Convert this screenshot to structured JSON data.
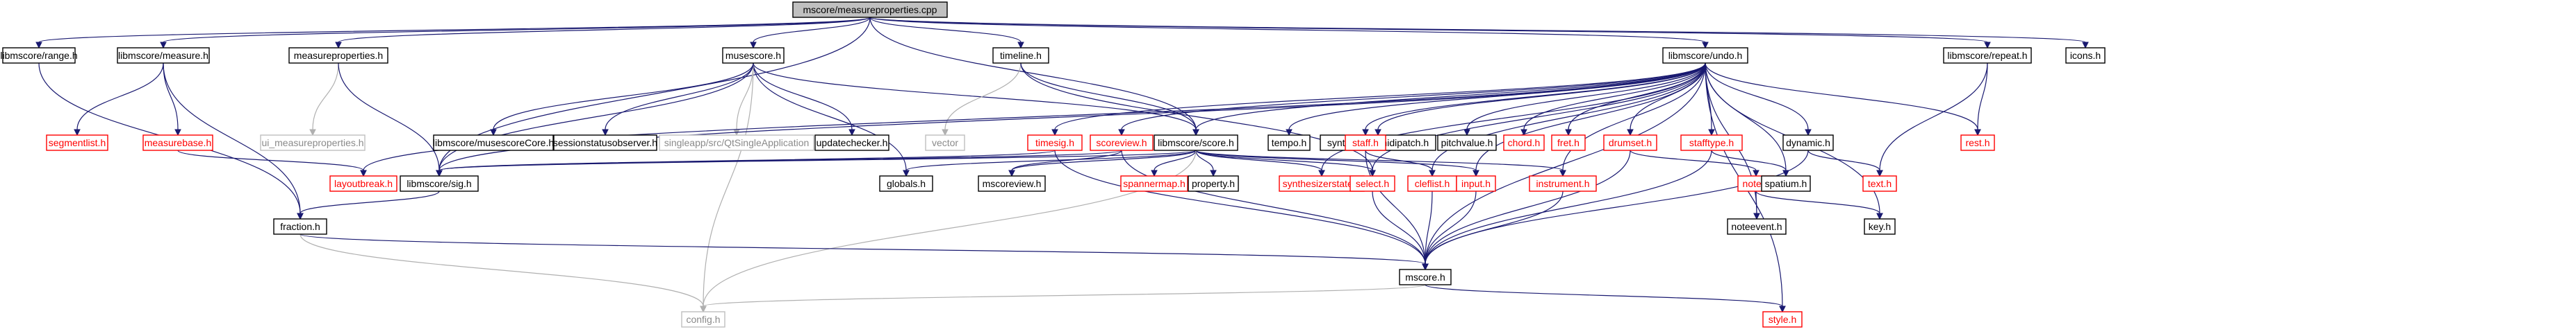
{
  "graph": {
    "root": "mscore/measureproperties.cpp",
    "nodes": {
      "root": {
        "label": "mscore/measureproperties.cpp",
        "style": "root"
      },
      "range": {
        "label": "libmscore/range.h",
        "style": "black"
      },
      "measure": {
        "label": "libmscore/measure.h",
        "style": "black"
      },
      "mprop": {
        "label": "measureproperties.h",
        "style": "black"
      },
      "musescore": {
        "label": "musescore.h",
        "style": "black"
      },
      "timeline": {
        "label": "timeline.h",
        "style": "black"
      },
      "undo": {
        "label": "libmscore/undo.h",
        "style": "black"
      },
      "repeat": {
        "label": "libmscore/repeat.h",
        "style": "black"
      },
      "icons": {
        "label": "icons.h",
        "style": "black"
      },
      "segmentlist": {
        "label": "segmentlist.h",
        "style": "red"
      },
      "measurebase": {
        "label": "measurebase.h",
        "style": "red"
      },
      "uimp": {
        "label": "ui_measureproperties.h",
        "style": "grey"
      },
      "msCore": {
        "label": "libmscore/musescoreCore.h",
        "style": "black"
      },
      "sso": {
        "label": "sessionstatusobserver.h",
        "style": "black"
      },
      "qtsa": {
        "label": "singleapp/src/QtSingleApplication",
        "style": "grey"
      },
      "updchk": {
        "label": "updatechecker.h",
        "style": "black"
      },
      "vector": {
        "label": "vector",
        "style": "grey"
      },
      "timesig": {
        "label": "timesig.h",
        "style": "red"
      },
      "scoreview": {
        "label": "scoreview.h",
        "style": "red"
      },
      "score": {
        "label": "libmscore/score.h",
        "style": "black"
      },
      "tempo": {
        "label": "tempo.h",
        "style": "black"
      },
      "synthmidi": {
        "label": "synthesizer/midipatch.h",
        "style": "black"
      },
      "pitchvalue": {
        "label": "pitchvalue.h",
        "style": "black"
      },
      "chord": {
        "label": "chord.h",
        "style": "red"
      },
      "fret": {
        "label": "fret.h",
        "style": "red"
      },
      "drumset": {
        "label": "drumset.h",
        "style": "red"
      },
      "stafftype": {
        "label": "stafftype.h",
        "style": "red"
      },
      "dynamic": {
        "label": "dynamic.h",
        "style": "black"
      },
      "rest": {
        "label": "rest.h",
        "style": "red"
      },
      "staff": {
        "label": "staff.h",
        "style": "red"
      },
      "layoutbreak": {
        "label": "layoutbreak.h",
        "style": "red"
      },
      "sig": {
        "label": "libmscore/sig.h",
        "style": "black"
      },
      "globals": {
        "label": "globals.h",
        "style": "black"
      },
      "mscoreview": {
        "label": "mscoreview.h",
        "style": "black"
      },
      "spannermap": {
        "label": "spannermap.h",
        "style": "red"
      },
      "property": {
        "label": "property.h",
        "style": "black"
      },
      "synthstate": {
        "label": "synthesizerstate.h",
        "style": "red"
      },
      "select": {
        "label": "select.h",
        "style": "red"
      },
      "cleflist": {
        "label": "cleflist.h",
        "style": "red"
      },
      "input": {
        "label": "input.h",
        "style": "red"
      },
      "instrument": {
        "label": "instrument.h",
        "style": "red"
      },
      "note": {
        "label": "note.h",
        "style": "red"
      },
      "spatium": {
        "label": "spatium.h",
        "style": "black"
      },
      "text": {
        "label": "text.h",
        "style": "red"
      },
      "fraction": {
        "label": "fraction.h",
        "style": "black"
      },
      "noteevent": {
        "label": "noteevent.h",
        "style": "black"
      },
      "key": {
        "label": "key.h",
        "style": "black"
      },
      "mscore": {
        "label": "mscore.h",
        "style": "black"
      },
      "config": {
        "label": "config.h",
        "style": "grey"
      },
      "style": {
        "label": "style.h",
        "style": "red"
      }
    },
    "edges": [
      [
        "root",
        "range"
      ],
      [
        "root",
        "measure"
      ],
      [
        "root",
        "mprop"
      ],
      [
        "root",
        "musescore"
      ],
      [
        "root",
        "timeline"
      ],
      [
        "root",
        "undo"
      ],
      [
        "root",
        "repeat"
      ],
      [
        "root",
        "icons"
      ],
      [
        "root",
        "sig"
      ],
      [
        "root",
        "score"
      ],
      [
        "range",
        "fraction"
      ],
      [
        "measure",
        "segmentlist"
      ],
      [
        "measure",
        "measurebase"
      ],
      [
        "measure",
        "fraction"
      ],
      [
        "measurebase",
        "layoutbreak"
      ],
      [
        "mprop",
        "uimp"
      ],
      [
        "mprop",
        "sig"
      ],
      [
        "musescore",
        "msCore"
      ],
      [
        "musescore",
        "sso"
      ],
      [
        "musescore",
        "qtsa"
      ],
      [
        "musescore",
        "updchk"
      ],
      [
        "musescore",
        "globals"
      ],
      [
        "musescore",
        "score"
      ],
      [
        "musescore",
        "config"
      ],
      [
        "musescore",
        "sig"
      ],
      [
        "timeline",
        "vector"
      ],
      [
        "timeline",
        "select"
      ],
      [
        "timeline",
        "score"
      ],
      [
        "undo",
        "timesig"
      ],
      [
        "undo",
        "scoreview"
      ],
      [
        "undo",
        "score"
      ],
      [
        "undo",
        "tempo"
      ],
      [
        "undo",
        "synthmidi"
      ],
      [
        "undo",
        "pitchvalue"
      ],
      [
        "undo",
        "chord"
      ],
      [
        "undo",
        "fret"
      ],
      [
        "undo",
        "drumset"
      ],
      [
        "undo",
        "stafftype"
      ],
      [
        "undo",
        "dynamic"
      ],
      [
        "undo",
        "rest"
      ],
      [
        "undo",
        "staff"
      ],
      [
        "undo",
        "input"
      ],
      [
        "undo",
        "instrument"
      ],
      [
        "undo",
        "mscore"
      ],
      [
        "undo",
        "noteevent"
      ],
      [
        "undo",
        "key"
      ],
      [
        "undo",
        "spatium"
      ],
      [
        "undo",
        "select"
      ],
      [
        "undo",
        "synthstate"
      ],
      [
        "undo",
        "cleflist"
      ],
      [
        "undo",
        "layoutbreak"
      ],
      [
        "undo",
        "style"
      ],
      [
        "undo",
        "sig"
      ],
      [
        "repeat",
        "rest"
      ],
      [
        "repeat",
        "text"
      ],
      [
        "timesig",
        "sig"
      ],
      [
        "timesig",
        "mscore"
      ],
      [
        "scoreview",
        "sig"
      ],
      [
        "scoreview",
        "mscoreview"
      ],
      [
        "scoreview",
        "mscore"
      ],
      [
        "score",
        "globals"
      ],
      [
        "score",
        "mscoreview"
      ],
      [
        "score",
        "spannermap"
      ],
      [
        "score",
        "property"
      ],
      [
        "score",
        "synthstate"
      ],
      [
        "score",
        "select"
      ],
      [
        "score",
        "input"
      ],
      [
        "score",
        "instrument"
      ],
      [
        "score",
        "config"
      ],
      [
        "score",
        "sig"
      ],
      [
        "drumset",
        "note"
      ],
      [
        "drumset",
        "mscore"
      ],
      [
        "stafftype",
        "spatium"
      ],
      [
        "stafftype",
        "mscore"
      ],
      [
        "dynamic",
        "text"
      ],
      [
        "dynamic",
        "mscore"
      ],
      [
        "staff",
        "cleflist"
      ],
      [
        "staff",
        "mscore"
      ],
      [
        "sig",
        "fraction"
      ],
      [
        "select",
        "mscore"
      ],
      [
        "cleflist",
        "mscore"
      ],
      [
        "input",
        "mscore"
      ],
      [
        "instrument",
        "mscore"
      ],
      [
        "note",
        "noteevent"
      ],
      [
        "note",
        "key"
      ],
      [
        "fraction",
        "mscore"
      ],
      [
        "fraction",
        "config"
      ],
      [
        "mscore",
        "config"
      ],
      [
        "mscore",
        "style"
      ]
    ]
  }
}
